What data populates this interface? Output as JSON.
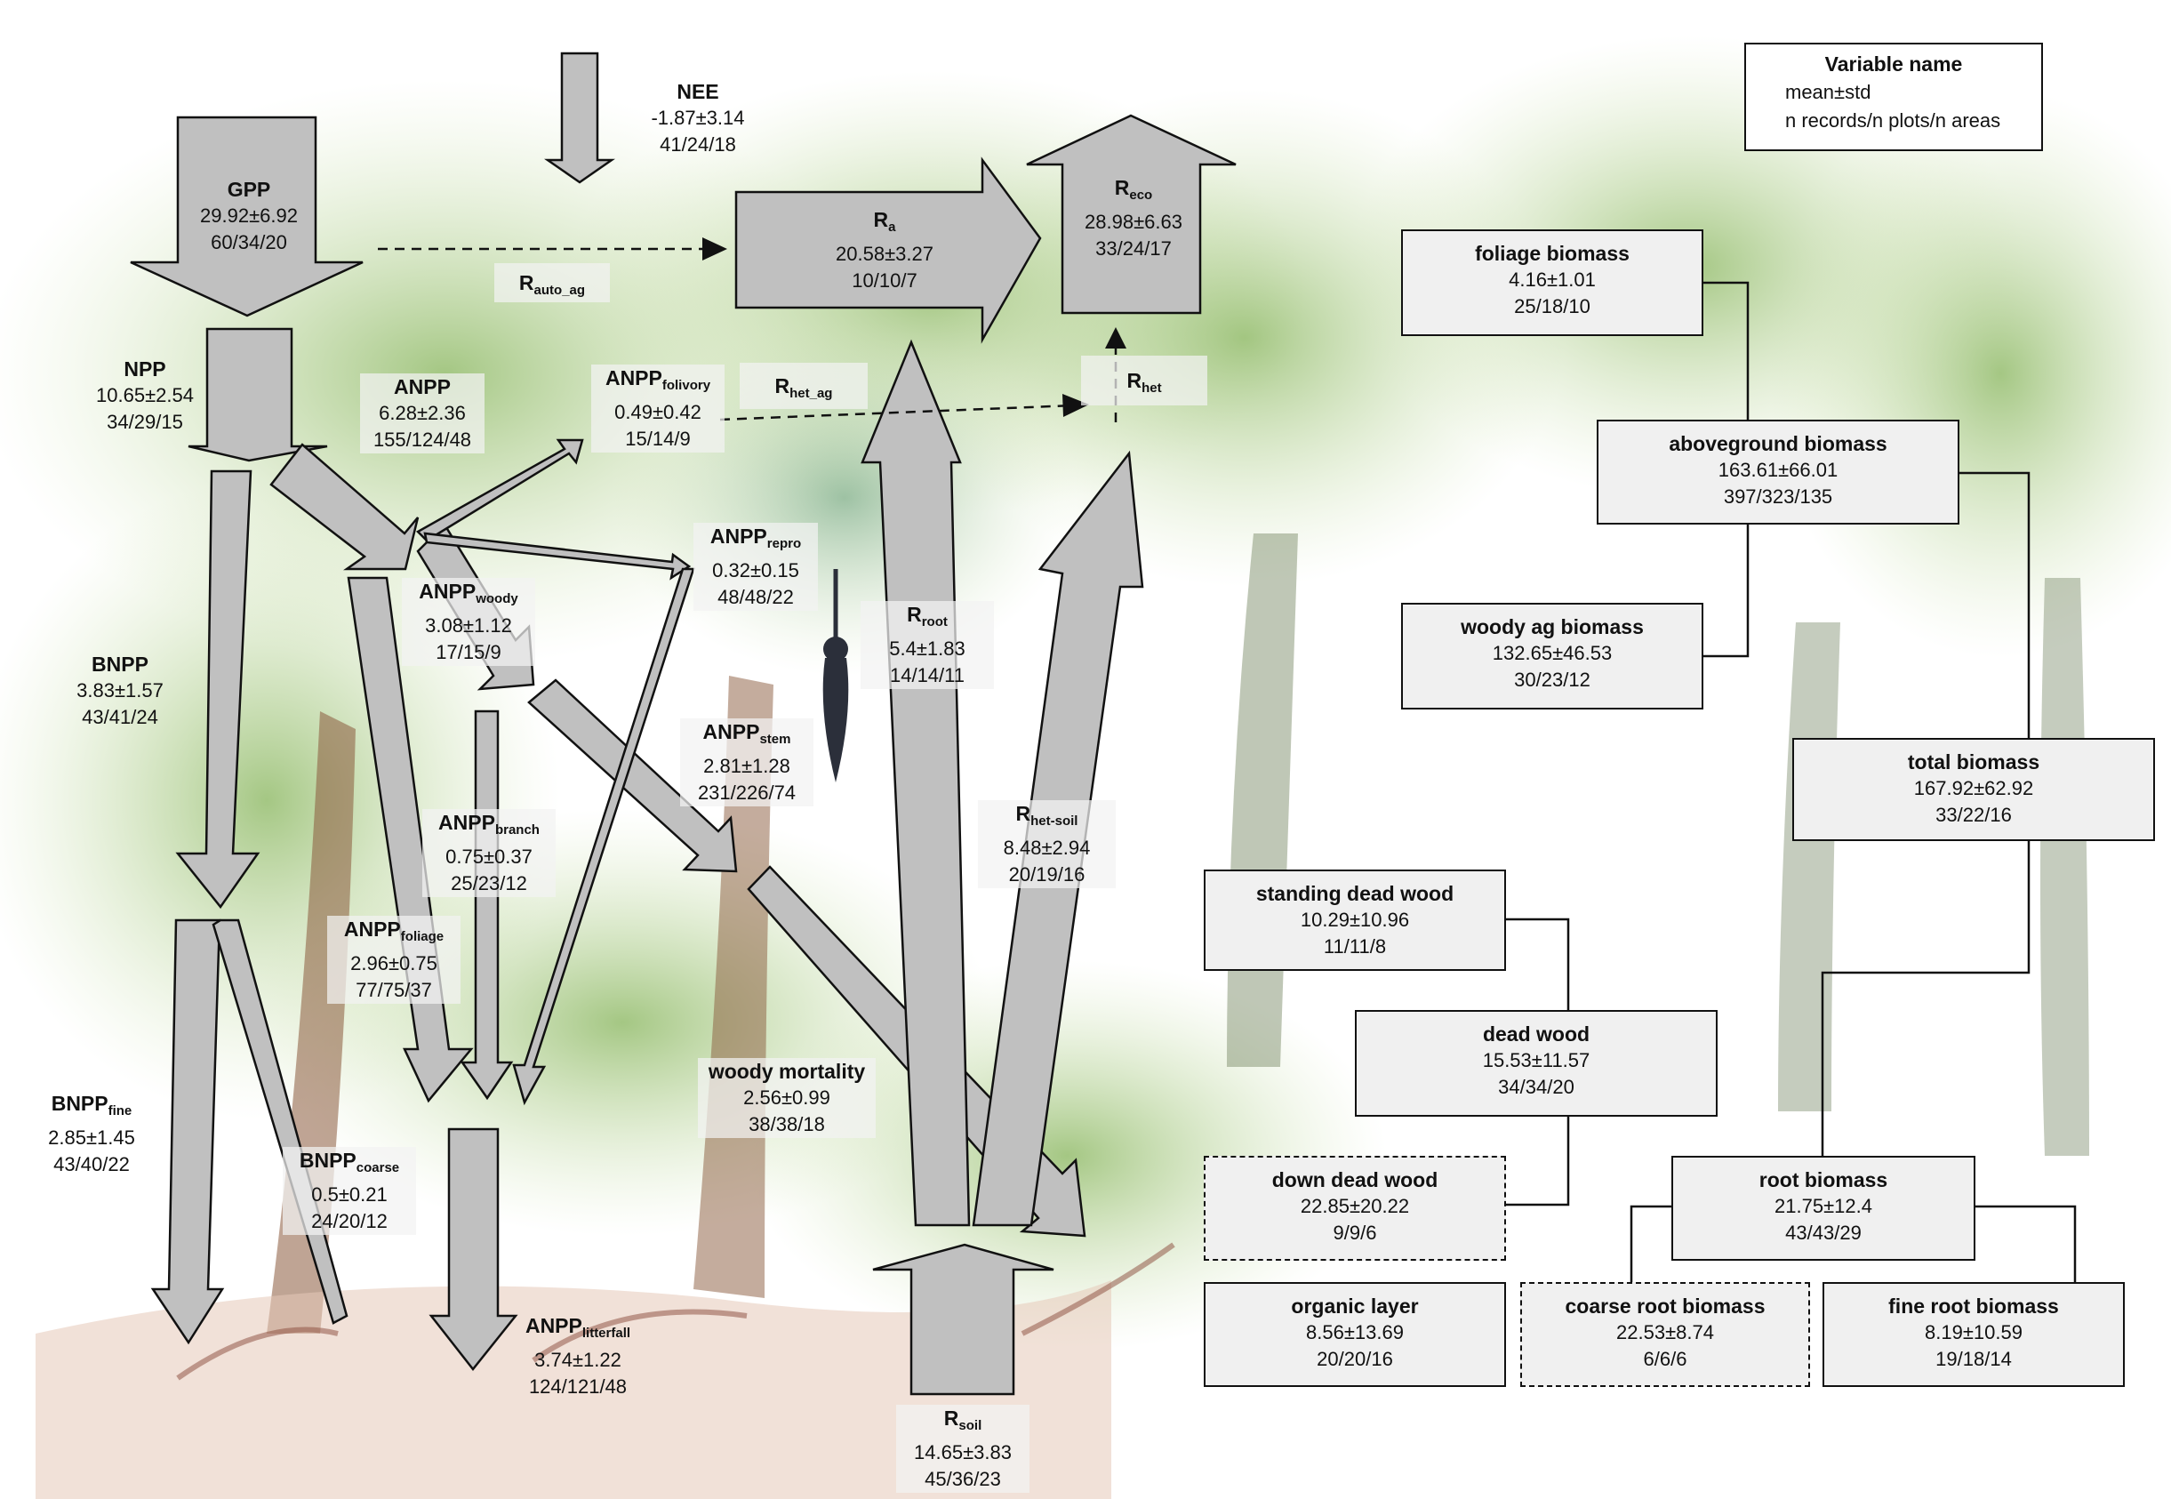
{
  "legend": {
    "title": "Variable name",
    "line1": "mean±std",
    "line2": "n records/n plots/n areas"
  },
  "fluxes": {
    "gpp": {
      "name": "GPP",
      "sub": "",
      "mean": "29.92±6.92",
      "n": "60/34/20"
    },
    "nee": {
      "name": "NEE",
      "sub": "",
      "mean": "-1.87±3.14",
      "n": "41/24/18"
    },
    "ra": {
      "name": "R",
      "sub": "a",
      "mean": "20.58±3.27",
      "n": "10/10/7"
    },
    "reco": {
      "name": "R",
      "sub": "eco",
      "mean": "28.98±6.63",
      "n": "33/24/17"
    },
    "rauto_ag": {
      "name": "R",
      "sub": "auto_ag"
    },
    "rhet_ag": {
      "name": "R",
      "sub": "het_ag"
    },
    "rhet": {
      "name": "R",
      "sub": "het"
    },
    "npp": {
      "name": "NPP",
      "sub": "",
      "mean": "10.65±2.54",
      "n": "34/29/15"
    },
    "anpp": {
      "name": "ANPP",
      "sub": "",
      "mean": "6.28±2.36",
      "n": "155/124/48"
    },
    "anpp_folivory": {
      "name": "ANPP",
      "sub": "folivory",
      "mean": "0.49±0.42",
      "n": "15/14/9"
    },
    "anpp_repro": {
      "name": "ANPP",
      "sub": "repro",
      "mean": "0.32±0.15",
      "n": "48/48/22"
    },
    "anpp_woody": {
      "name": "ANPP",
      "sub": "woody",
      "mean": "3.08±1.12",
      "n": "17/15/9"
    },
    "anpp_stem": {
      "name": "ANPP",
      "sub": "stem",
      "mean": "2.81±1.28",
      "n": "231/226/74"
    },
    "anpp_branch": {
      "name": "ANPP",
      "sub": "branch",
      "mean": "0.75±0.37",
      "n": "25/23/12"
    },
    "anpp_foliage": {
      "name": "ANPP",
      "sub": "foliage",
      "mean": "2.96±0.75",
      "n": "77/75/37"
    },
    "bnpp": {
      "name": "BNPP",
      "sub": "",
      "mean": "3.83±1.57",
      "n": "43/41/24"
    },
    "bnpp_fine": {
      "name": "BNPP",
      "sub": "fine",
      "mean": "2.85±1.45",
      "n": "43/40/22"
    },
    "bnpp_coarse": {
      "name": "BNPP",
      "sub": "coarse",
      "mean": "0.5±0.21",
      "n": "24/20/12"
    },
    "anpp_litterfall": {
      "name": "ANPP",
      "sub": "litterfall",
      "mean": "3.74±1.22",
      "n": "124/121/48"
    },
    "woody_mortality": {
      "name": "woody mortality",
      "sub": "",
      "mean": "2.56±0.99",
      "n": "38/38/18"
    },
    "rroot": {
      "name": "R",
      "sub": "root",
      "mean": "5.4±1.83",
      "n": "14/14/11"
    },
    "rhet_soil": {
      "name": "R",
      "sub": "het-soil",
      "mean": "8.48±2.94",
      "n": "20/19/16"
    },
    "rsoil": {
      "name": "R",
      "sub": "soil",
      "mean": "14.65±3.83",
      "n": "45/36/23"
    }
  },
  "stocks": {
    "foliage_biomass": {
      "name": "foliage biomass",
      "mean": "4.16±1.01",
      "n": "25/18/10"
    },
    "aboveground_biomass": {
      "name": "aboveground biomass",
      "mean": "163.61±66.01",
      "n": "397/323/135"
    },
    "woody_ag_biomass": {
      "name": "woody ag biomass",
      "mean": "132.65±46.53",
      "n": "30/23/12"
    },
    "total_biomass": {
      "name": "total biomass",
      "mean": "167.92±62.92",
      "n": "33/22/16"
    },
    "standing_dead_wood": {
      "name": "standing dead wood",
      "mean": "10.29±10.96",
      "n": "11/11/8"
    },
    "dead_wood": {
      "name": "dead wood",
      "mean": "15.53±11.57",
      "n": "34/34/20"
    },
    "down_dead_wood": {
      "name": "down dead wood",
      "mean": "22.85±20.22",
      "n": "9/9/6"
    },
    "root_biomass": {
      "name": "root biomass",
      "mean": "21.75±12.4",
      "n": "43/43/29"
    },
    "organic_layer": {
      "name": "organic layer",
      "mean": "8.56±13.69",
      "n": "20/20/16"
    },
    "coarse_root_biomass": {
      "name": "coarse root biomass",
      "mean": "22.53±8.74",
      "n": "6/6/6"
    },
    "fine_root_biomass": {
      "name": "fine root biomass",
      "mean": "8.19±10.59",
      "n": "19/18/14"
    }
  },
  "colors": {
    "arrow_fill": "#c0c0c0",
    "arrow_stroke": "#111111",
    "box_fill": "#f0f0f0",
    "foliage_green": "#8fb86a",
    "trunk_brown": "#8a5a3c"
  }
}
